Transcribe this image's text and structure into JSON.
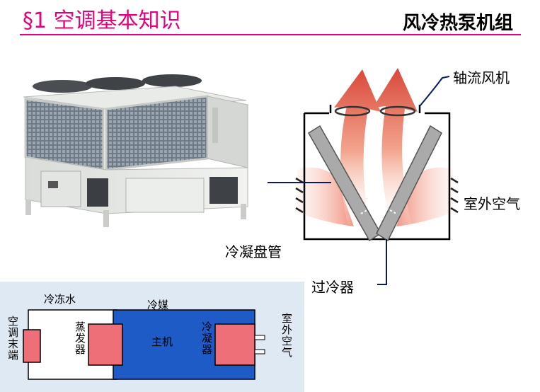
{
  "header": {
    "title": "§1 空调基本知识",
    "subtitle": "风冷热泵机组"
  },
  "diagram": {
    "fan_label": "轴流风机",
    "outdoor_air_label": "室外空气",
    "condenser_coil_label": "冷凝盘管",
    "subcooler_label": "过冷器"
  },
  "schematic": {
    "chilled_water_label": "冷冻水",
    "refrigerant_label": "冷媒",
    "terminal_label": "空调末端",
    "evaporator_label": "蒸发器",
    "main_unit_label": "主机",
    "condenser_label": "冷凝器",
    "outdoor_air_label": "室外空气"
  },
  "colors": {
    "title": "#e4007f",
    "rule": "#e4007f",
    "main_unit_fill": "#1e5bc6",
    "component_fill": "#ee6f78",
    "schematic_bg": "#dfe9f3"
  }
}
